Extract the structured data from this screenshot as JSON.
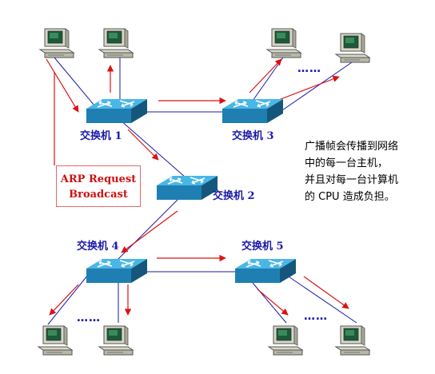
{
  "switches": [
    {
      "id": "sw1",
      "label": "交换机 1"
    },
    {
      "id": "sw2",
      "label": "交换机 2"
    },
    {
      "id": "sw3",
      "label": "交换机 3"
    },
    {
      "id": "sw4",
      "label": "交换机 4"
    },
    {
      "id": "sw5",
      "label": "交换机 5"
    }
  ],
  "arp_box": {
    "line1": "ARP Request",
    "line2": "Broadcast"
  },
  "note": {
    "line1": "广播帧会传播到网络",
    "line2": "中的每一台主机，",
    "line3": "并且对每一台计算机",
    "line4": "的 CPU 造成负担。"
  },
  "ellipsis": "……",
  "colors": {
    "link": "#1a1aa8",
    "arrow": "#dd1111",
    "switch_top": "#3aa6d6",
    "switch_side": "#1f6f9e"
  }
}
